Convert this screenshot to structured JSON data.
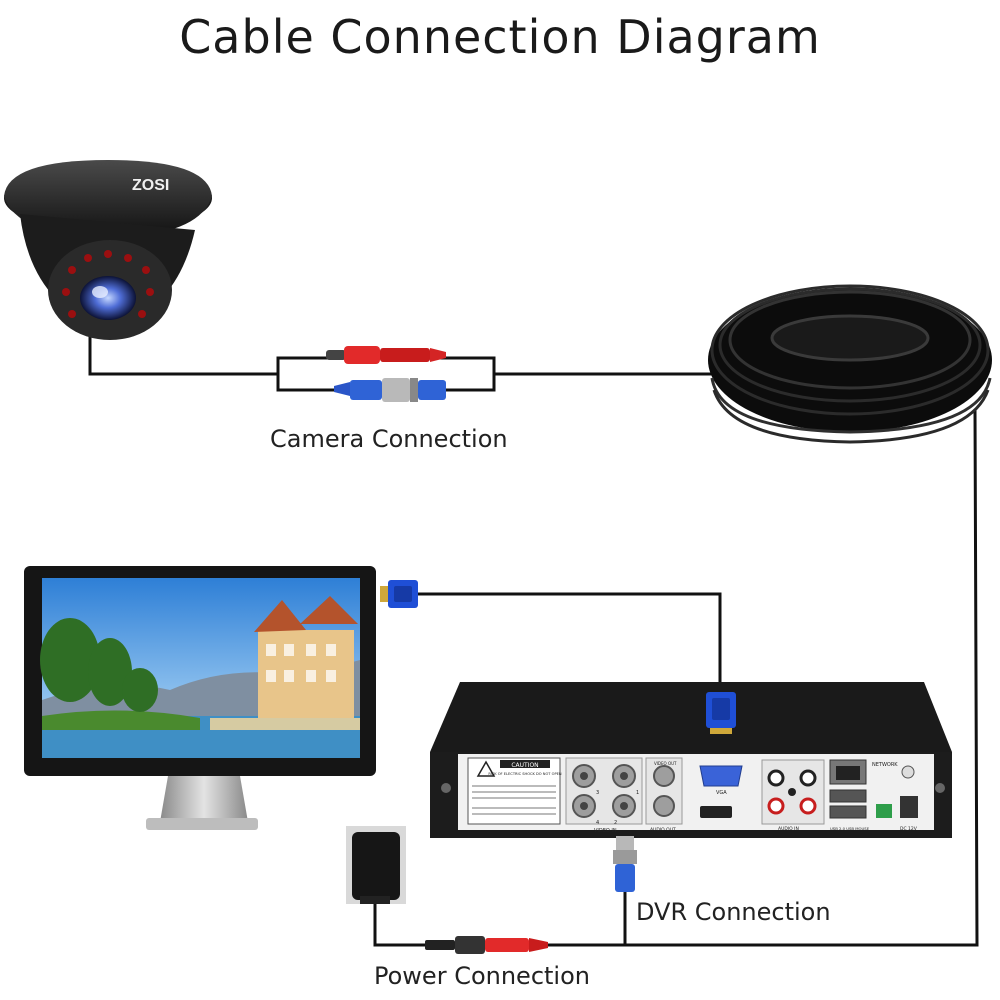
{
  "title": "Cable Connection Diagram",
  "captions": {
    "camera": "Camera Connection",
    "dvr": "DVR Connection",
    "power": "Power Connection"
  },
  "camera": {
    "brand": "ZOSI"
  },
  "dvr_panel": {
    "caution_title": "CAUTION",
    "caution_sub": "RISK OF ELECTRIC SHOCK DO NOT OPEN",
    "video_in": "VIDEO IN",
    "video_out": "VIDEO OUT",
    "audio_out": "AUDIO OUT",
    "vga": "VGA",
    "audio_in": "AUDIO IN",
    "network": "NETWORK",
    "usb": "USB 2.0 USB MOUSE",
    "dc": "DC 12V",
    "port_nums": [
      "3",
      "1",
      "4",
      "2"
    ]
  },
  "colors": {
    "wire": "#111111",
    "power_plug": "#e02020",
    "video_plug": "#2255cc",
    "vga_connector": "#1f4fd6"
  }
}
